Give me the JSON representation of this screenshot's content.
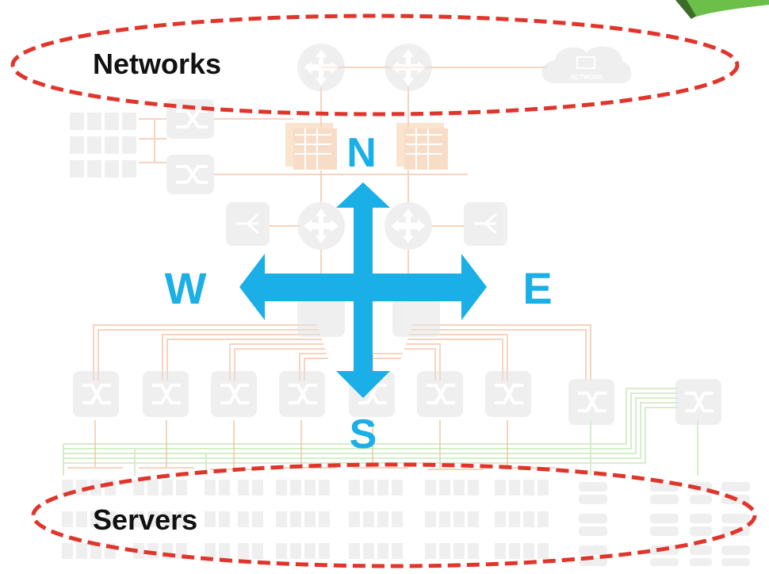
{
  "regions": {
    "networks_label": "Networks",
    "servers_label": "Servers"
  },
  "directions": {
    "north": "N",
    "south": "S",
    "west": "W",
    "east": "E"
  },
  "cloud_label": "NETWORK",
  "colors": {
    "ellipse_dash": "#e0352b",
    "arrow": "#1aafe6",
    "link_orange": "#f5b08a",
    "link_green": "#b6e0a0",
    "device_gray": "#e3e3e3",
    "device_icon": "#ffffff",
    "corner_logo": "#6cc04a"
  }
}
